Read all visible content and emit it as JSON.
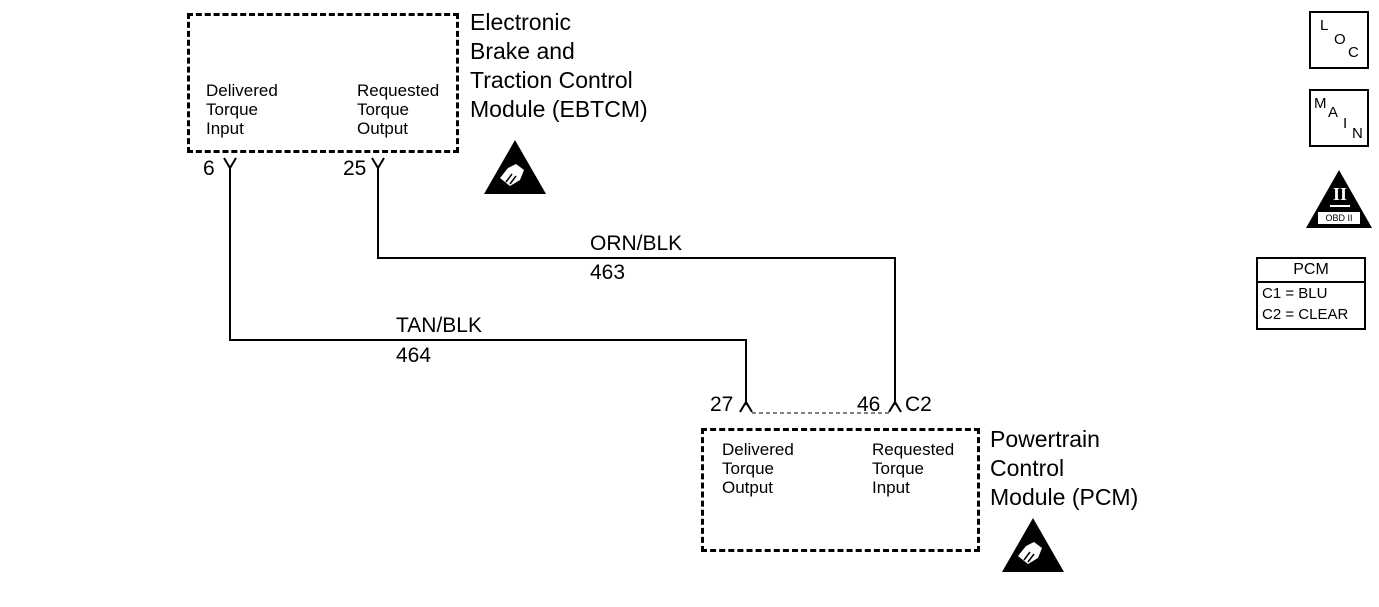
{
  "ebtcm": {
    "name": "Electronic\nBrake and\nTraction Control\nModule (EBTCM)",
    "pin_left_label": "Delivered\nTorque\nInput",
    "pin_right_label": "Requested\nTorque\nOutput",
    "pin_left_num": "6",
    "pin_right_num": "25"
  },
  "pcm": {
    "name": "Powertrain\nControl\nModule (PCM)",
    "pin_left_label": "Delivered\nTorque\nOutput",
    "pin_right_label": "Requested\nTorque\nInput",
    "pin_left_num": "27",
    "pin_right_num": "46",
    "connector": "C2"
  },
  "wires": {
    "orn": {
      "color": "ORN/BLK",
      "circuit": "463"
    },
    "tan": {
      "color": "TAN/BLK",
      "circuit": "464"
    }
  },
  "legend": {
    "loc": {
      "l1": "L",
      "l2": "O",
      "l3": "C"
    },
    "main": {
      "l1": "M",
      "l2": "A",
      "l3": "I",
      "l4": "N"
    },
    "obd": {
      "numeral": "II",
      "text": "OBD II"
    },
    "pcm_table": {
      "header": "PCM",
      "row1": "C1 = BLU",
      "row2": "C2 = CLEAR"
    }
  },
  "icons": [
    "esd-warning-icon",
    "loc-icon",
    "main-icon",
    "obd-ii-icon"
  ]
}
